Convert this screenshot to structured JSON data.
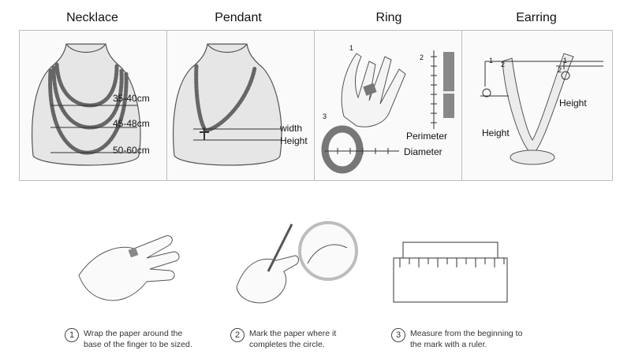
{
  "titles": {
    "necklace": "Necklace",
    "pendant": "Pendant",
    "ring": "Ring",
    "earring": "Earring"
  },
  "necklace": {
    "lengths": [
      "35-40cm",
      "45-48cm",
      "50-60cm"
    ]
  },
  "pendant": {
    "width_label": "width",
    "height_label": "Height"
  },
  "ring": {
    "markers": [
      "1",
      "2",
      "3"
    ],
    "perimeter_label": "Perimeter",
    "diameter_label": "Diameter"
  },
  "earring": {
    "markers": [
      "1",
      "2",
      "1",
      "2"
    ],
    "height_left": "Height",
    "height_right": "Height"
  },
  "steps": [
    {
      "num": "1",
      "line1": "Wrap the paper around the",
      "line2": "base of the finger to be sized."
    },
    {
      "num": "2",
      "line1": "Mark the paper where it",
      "line2": "completes the circle."
    },
    {
      "num": "3",
      "line1": "Measure from the beginning to",
      "line2": "the mark with a ruler."
    }
  ]
}
